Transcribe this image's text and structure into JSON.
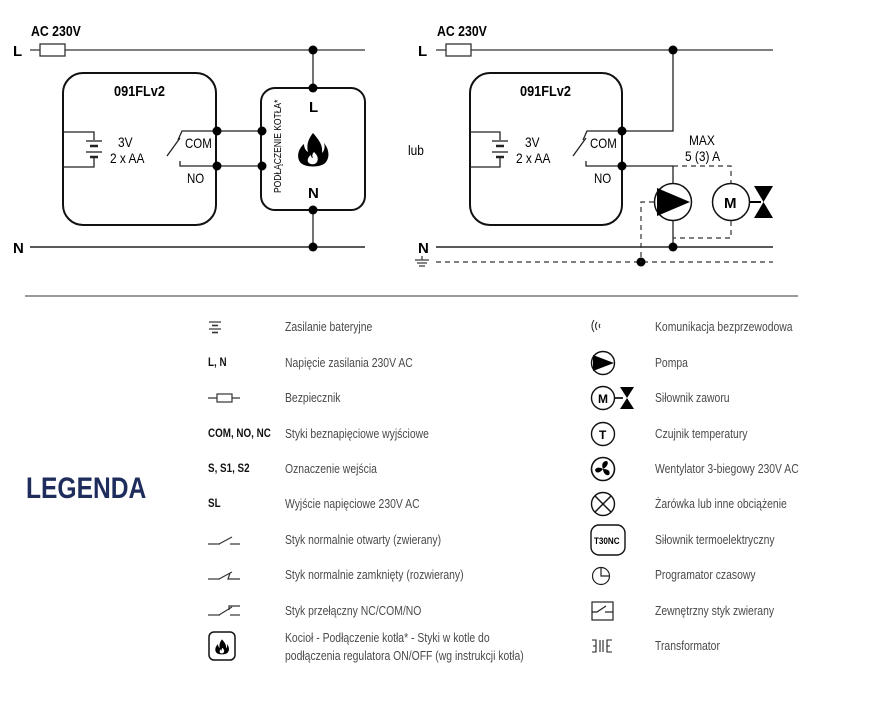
{
  "diagram_left": {
    "supply_label": "AC 230V",
    "line_l": "L",
    "line_n": "N",
    "controller_name": "091FLv2",
    "battery_voltage": "3V",
    "battery_type": "2 x AA",
    "contact_com": "COM",
    "contact_no": "NO",
    "boiler_vertical_label": "PODŁĄCZENIE KOTŁA*",
    "boiler_l": "L",
    "boiler_n": "N"
  },
  "separator_label": "lub",
  "diagram_right": {
    "supply_label": "AC 230V",
    "line_l": "L",
    "line_n": "N",
    "controller_name": "091FLv2",
    "battery_voltage": "3V",
    "battery_type": "2 x AA",
    "contact_com": "COM",
    "contact_no": "NO",
    "max_label": "MAX",
    "max_rating": "5 (3) A",
    "motor_label": "M"
  },
  "legend": {
    "title": "LEGENDA",
    "left_items": [
      {
        "icon": "battery-icon",
        "symbol": "",
        "label": "Zasilanie bateryjne"
      },
      {
        "icon": "",
        "symbol": "L, N",
        "label": "Napięcie zasilania 230V AC"
      },
      {
        "icon": "fuse-icon",
        "symbol": "",
        "label": "Bezpiecznik"
      },
      {
        "icon": "",
        "symbol": "COM, NO, NC",
        "label": "Styki beznapięciowe wyjściowe"
      },
      {
        "icon": "",
        "symbol": "S, S1, S2",
        "label": "Oznaczenie wejścia"
      },
      {
        "icon": "",
        "symbol": "SL",
        "label": "Wyjście napięciowe 230V AC"
      },
      {
        "icon": "contact-no-icon",
        "symbol": "",
        "label": "Styk normalnie otwarty (zwierany)"
      },
      {
        "icon": "contact-nc-icon",
        "symbol": "",
        "label": "Styk normalnie zamknięty (rozwierany)"
      },
      {
        "icon": "contact-changeover-icon",
        "symbol": "",
        "label": "Styk przełączny NC/COM/NO"
      },
      {
        "icon": "boiler-icon",
        "symbol": "",
        "label": "Kocioł - Podłączenie kotła* - Styki w kotle do",
        "label2": "podłączenia regulatora ON/OFF (wg instrukcji kotła)"
      }
    ],
    "right_items": [
      {
        "icon": "wireless-icon",
        "label": "Komunikacja bezprzewodowa"
      },
      {
        "icon": "pump-icon",
        "label": "Pompa"
      },
      {
        "icon": "valve-actuator-icon",
        "label": "Siłownik zaworu",
        "glyph": "M"
      },
      {
        "icon": "temperature-sensor-icon",
        "label": "Czujnik temperatury",
        "glyph": "T"
      },
      {
        "icon": "fan-icon",
        "label": "Wentylator 3-biegowy 230V AC"
      },
      {
        "icon": "bulb-icon",
        "label": "Żarówka lub inne obciążenie"
      },
      {
        "icon": "thermoelectric-actuator-icon",
        "label": "Siłownik termoelektryczny",
        "glyph": "T30NC"
      },
      {
        "icon": "timer-icon",
        "label": "Programator czasowy"
      },
      {
        "icon": "external-contact-icon",
        "label": "Zewnętrzny styk zwierany"
      },
      {
        "icon": "transformer-icon",
        "label": "Transformator",
        "glyph": "3||E"
      }
    ]
  }
}
